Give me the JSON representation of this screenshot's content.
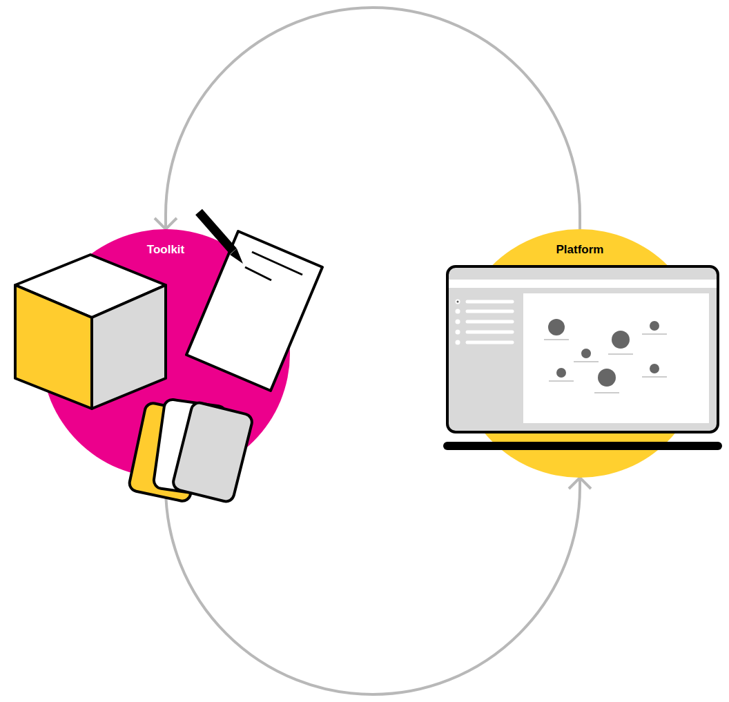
{
  "diagram": {
    "nodes": [
      {
        "text": [
          "Toolkit"
        ]
      },
      {
        "text": [
          "Platform"
        ]
      }
    ],
    "edges": [
      {
        "from": 1,
        "to": 0,
        "arrow": "to"
      },
      {
        "from": 0,
        "to": 1,
        "arrow": "to"
      }
    ]
  }
}
